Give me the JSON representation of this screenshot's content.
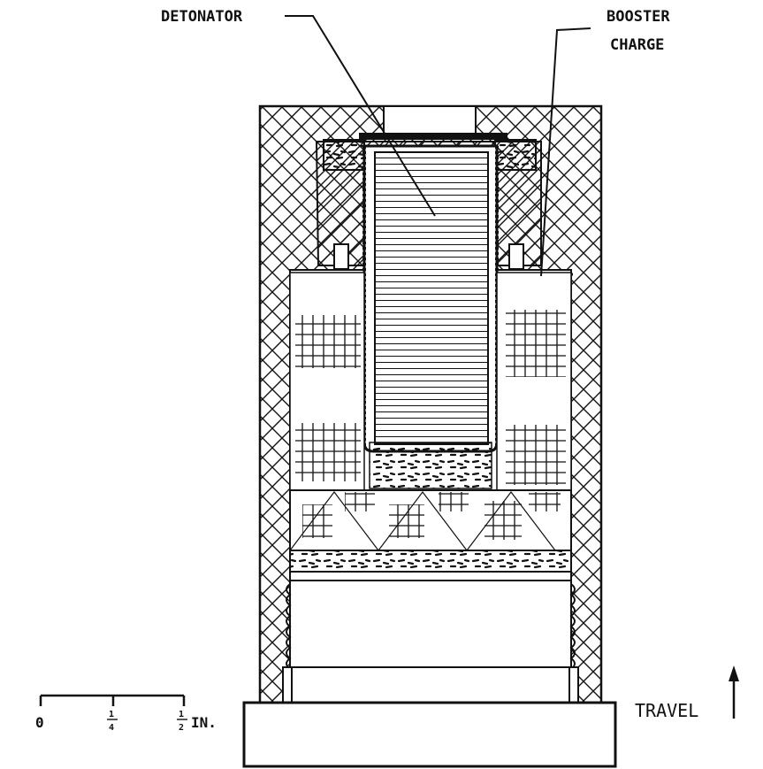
{
  "labels": {
    "detonator": "DETONATOR",
    "booster_line1": "BOOSTER",
    "booster_line2": "CHARGE",
    "travel": "TRAVEL"
  },
  "scale": {
    "tick0": "0",
    "tick1_num": "1",
    "tick1_den": "4",
    "tick2_num": "1",
    "tick2_den": "2",
    "unit": "IN."
  },
  "colors": {
    "ink": "#111111",
    "paper": "#ffffff"
  }
}
